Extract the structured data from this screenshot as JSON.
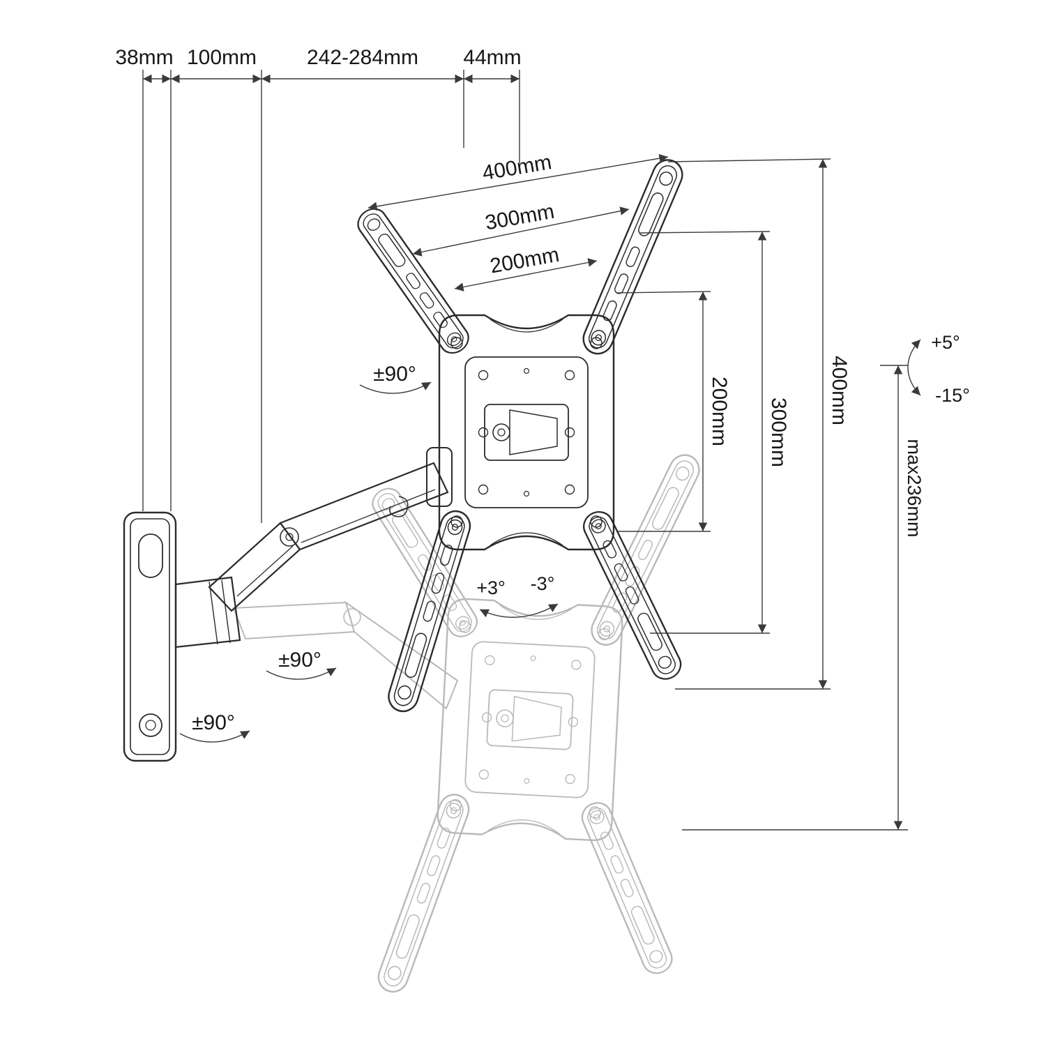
{
  "title": "TV wall mount dimension diagram",
  "dimensions": {
    "top": [
      "38mm",
      "100mm",
      "242-284mm",
      "44mm"
    ],
    "vesa_width": [
      "400mm",
      "300mm",
      "200mm"
    ],
    "vesa_height": [
      "200mm",
      "300mm",
      "400mm"
    ],
    "tilt_up": "+5°",
    "tilt_down": "-15°",
    "max_extension": "max236mm",
    "swivel": [
      "±90°",
      "±90°",
      "±90°"
    ],
    "level_plus": "+3°",
    "level_minus": "-3°"
  },
  "colors": {
    "line": "#2b2b2b",
    "ghost": "#b9b9b9",
    "dimension": "#3a3a3a",
    "background": "#ffffff"
  }
}
